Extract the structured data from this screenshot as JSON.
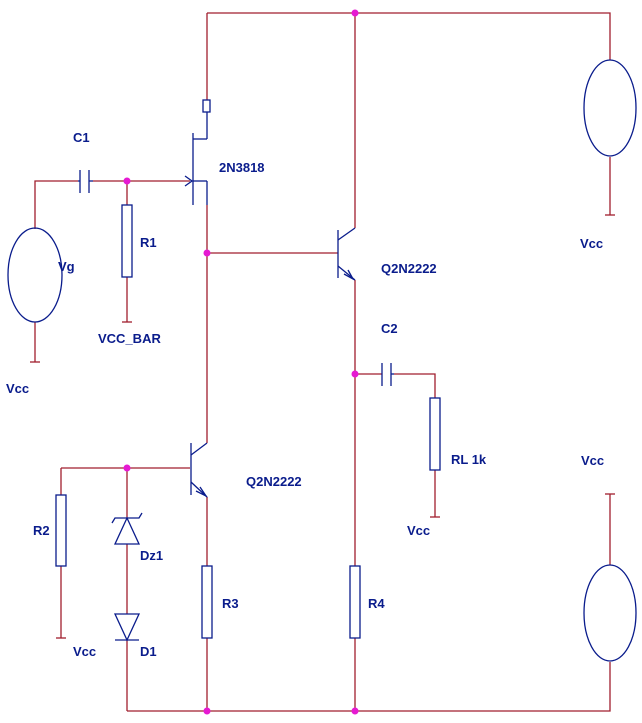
{
  "colors": {
    "wire": "#a01e2e",
    "component": "#0a1c8c",
    "junction": "#e619d2",
    "background": "#ffffff"
  },
  "labels": {
    "c1": "C1",
    "r1": "R1",
    "vcc_bar": "VCC_BAR",
    "vg": "Vg",
    "vcc_vg": "Vcc",
    "jfet": "2N3818",
    "q1": "Q2N2222",
    "q2": "Q2N2222",
    "c2": "C2",
    "rl": "RL 1k",
    "vcc_rl": "Vcc",
    "vcc_top": "Vcc",
    "vcc_right_label": "Vcc",
    "r2": "R2",
    "vcc_r2": "Vcc",
    "dz1": "Dz1",
    "d1": "D1",
    "r3": "R3",
    "r4": "R4"
  }
}
